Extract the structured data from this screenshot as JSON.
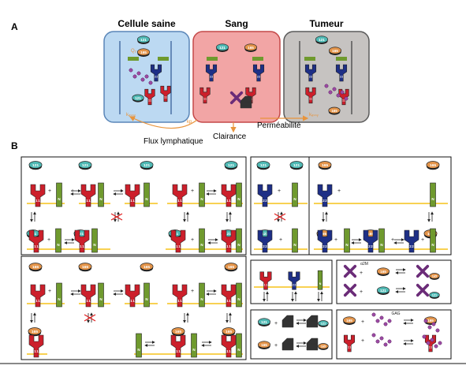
{
  "panel_a": {
    "letter": "A",
    "compartments": [
      {
        "name": "Cellule saine",
        "color": "#bcd9f2",
        "border": "#5a86b8"
      },
      {
        "name": "Sang",
        "color": "#f2a5a5",
        "border": "#c44848"
      },
      {
        "name": "Tumeur",
        "color": "#c6c3c1",
        "border": "#5a5a5a"
      }
    ],
    "rate_labels": [
      "Q₂",
      "kₐₛₛᵧ",
      "kp",
      "kₐₛₛᵧ"
    ],
    "flow_labels": {
      "lymph": "Flux lymphatique",
      "clearance": "Clairance",
      "permeability": "Perméabilité"
    }
  },
  "panel_b": {
    "letter": "B",
    "ligands": {
      "l121": "121",
      "l165": "165"
    },
    "receptor_labels": {
      "r1": "1",
      "r2": "2",
      "np": "N"
    },
    "alpha2m": "α2M",
    "gag": "GAG",
    "colors": {
      "receptor1": "#cc1f2b",
      "receptor2": "#1e2f86",
      "neuropilin": "#6f9a2e",
      "membrane": "#f5c218",
      "ligand121": "#4fb9b4",
      "ligand165": "#e3944a",
      "alpha2m": "#6b2c78",
      "gag": "#9c4aa3",
      "arrow": "#e8943c"
    }
  }
}
